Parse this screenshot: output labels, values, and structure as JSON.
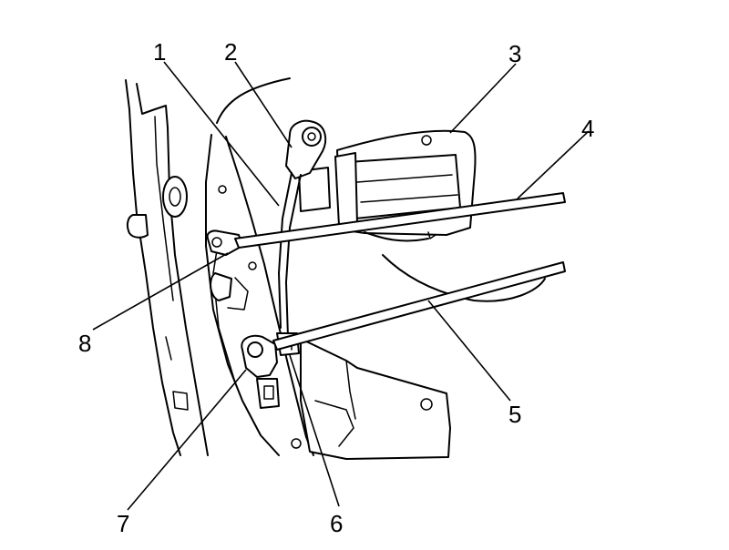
{
  "callouts": [
    {
      "id": "1",
      "label": "1"
    },
    {
      "id": "2",
      "label": "2"
    },
    {
      "id": "3",
      "label": "3"
    },
    {
      "id": "4",
      "label": "4"
    },
    {
      "id": "5",
      "label": "5"
    },
    {
      "id": "6",
      "label": "6"
    },
    {
      "id": "7",
      "label": "7"
    },
    {
      "id": "8",
      "label": "8"
    }
  ],
  "colors": {
    "ink": "#000000",
    "background": "#ffffff"
  }
}
